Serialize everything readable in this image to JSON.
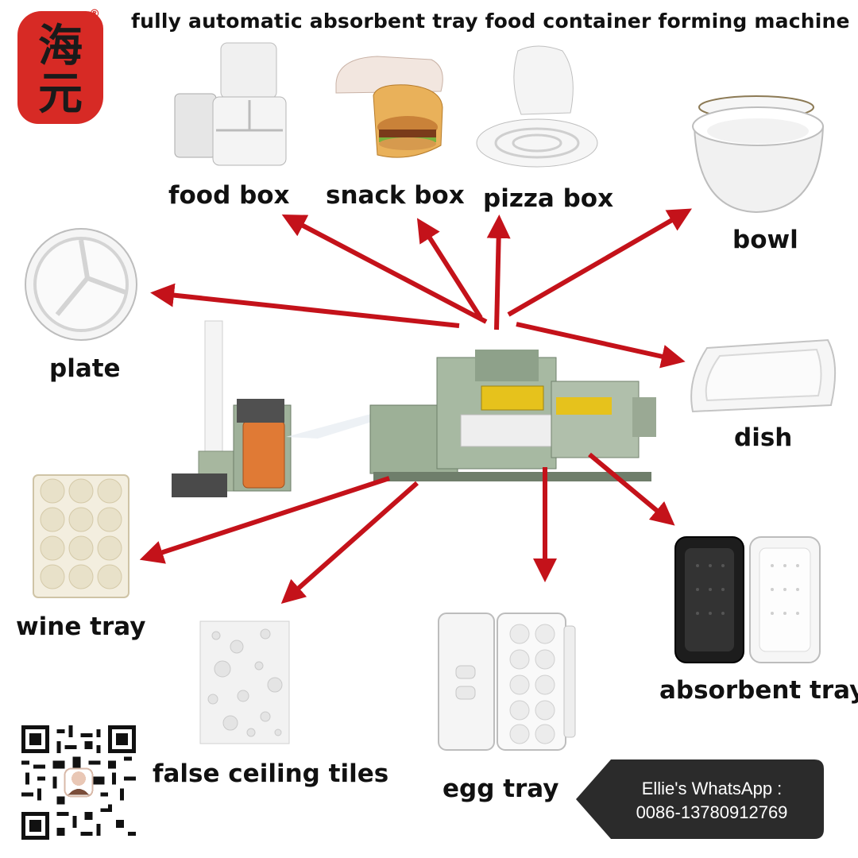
{
  "title": "fully automatic absorbent tray food container forming machine",
  "brand": {
    "logo_chars": [
      "海",
      "元"
    ],
    "registered_mark": "®",
    "accent_color": "#d72a25"
  },
  "products": {
    "food_box": "food box",
    "snack_box": "snack box",
    "pizza_box": "pizza box",
    "bowl": "bowl",
    "plate": "plate",
    "dish": "dish",
    "wine_tray": "wine tray",
    "false_ceiling_tiles": "false ceiling tiles",
    "egg_tray": "egg tray",
    "absorbent_tray": "absorbent tray"
  },
  "contact": {
    "line1": "Ellie's WhatsApp :",
    "line2": "0086-13780912769"
  },
  "arrow_color": "#c4121a"
}
